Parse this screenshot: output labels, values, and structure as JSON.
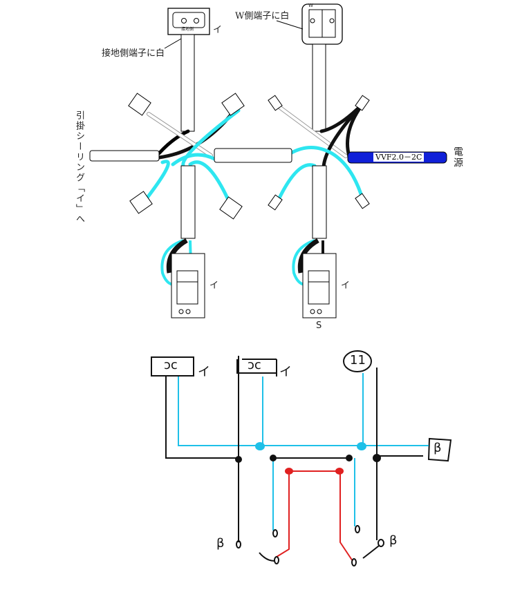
{
  "top_diagram": {
    "ceiling_note": "接地側端子に白",
    "ceiling_mark": "イ",
    "ceiling_terminal_text": "接地側",
    "outlet_note": "W側端子に白",
    "outlet_terminal_text": "W",
    "left_side_label": "引掛シーリング「イ」へ",
    "cable_label": "VVF2.0－2C",
    "power_label": "電源",
    "switch_left_mark": "イ",
    "switch_right_mark": "イ",
    "switch_right_symbol": "S",
    "colors": {
      "white_wire": "#2ee6f0",
      "black_wire": "#111111",
      "vvf_cable": "#1020d8"
    }
  },
  "sketch": {
    "box1_label": "ɔc",
    "box1_mark": "イ",
    "box2_label": "ɔc",
    "box2_mark": "イ",
    "outlet_label": "11",
    "power_box_label": "β",
    "left_switch_label": "β",
    "right_switch_label": "β",
    "colors": {
      "white": "#1ec0e8",
      "black": "#111111",
      "red": "#e02020"
    }
  }
}
